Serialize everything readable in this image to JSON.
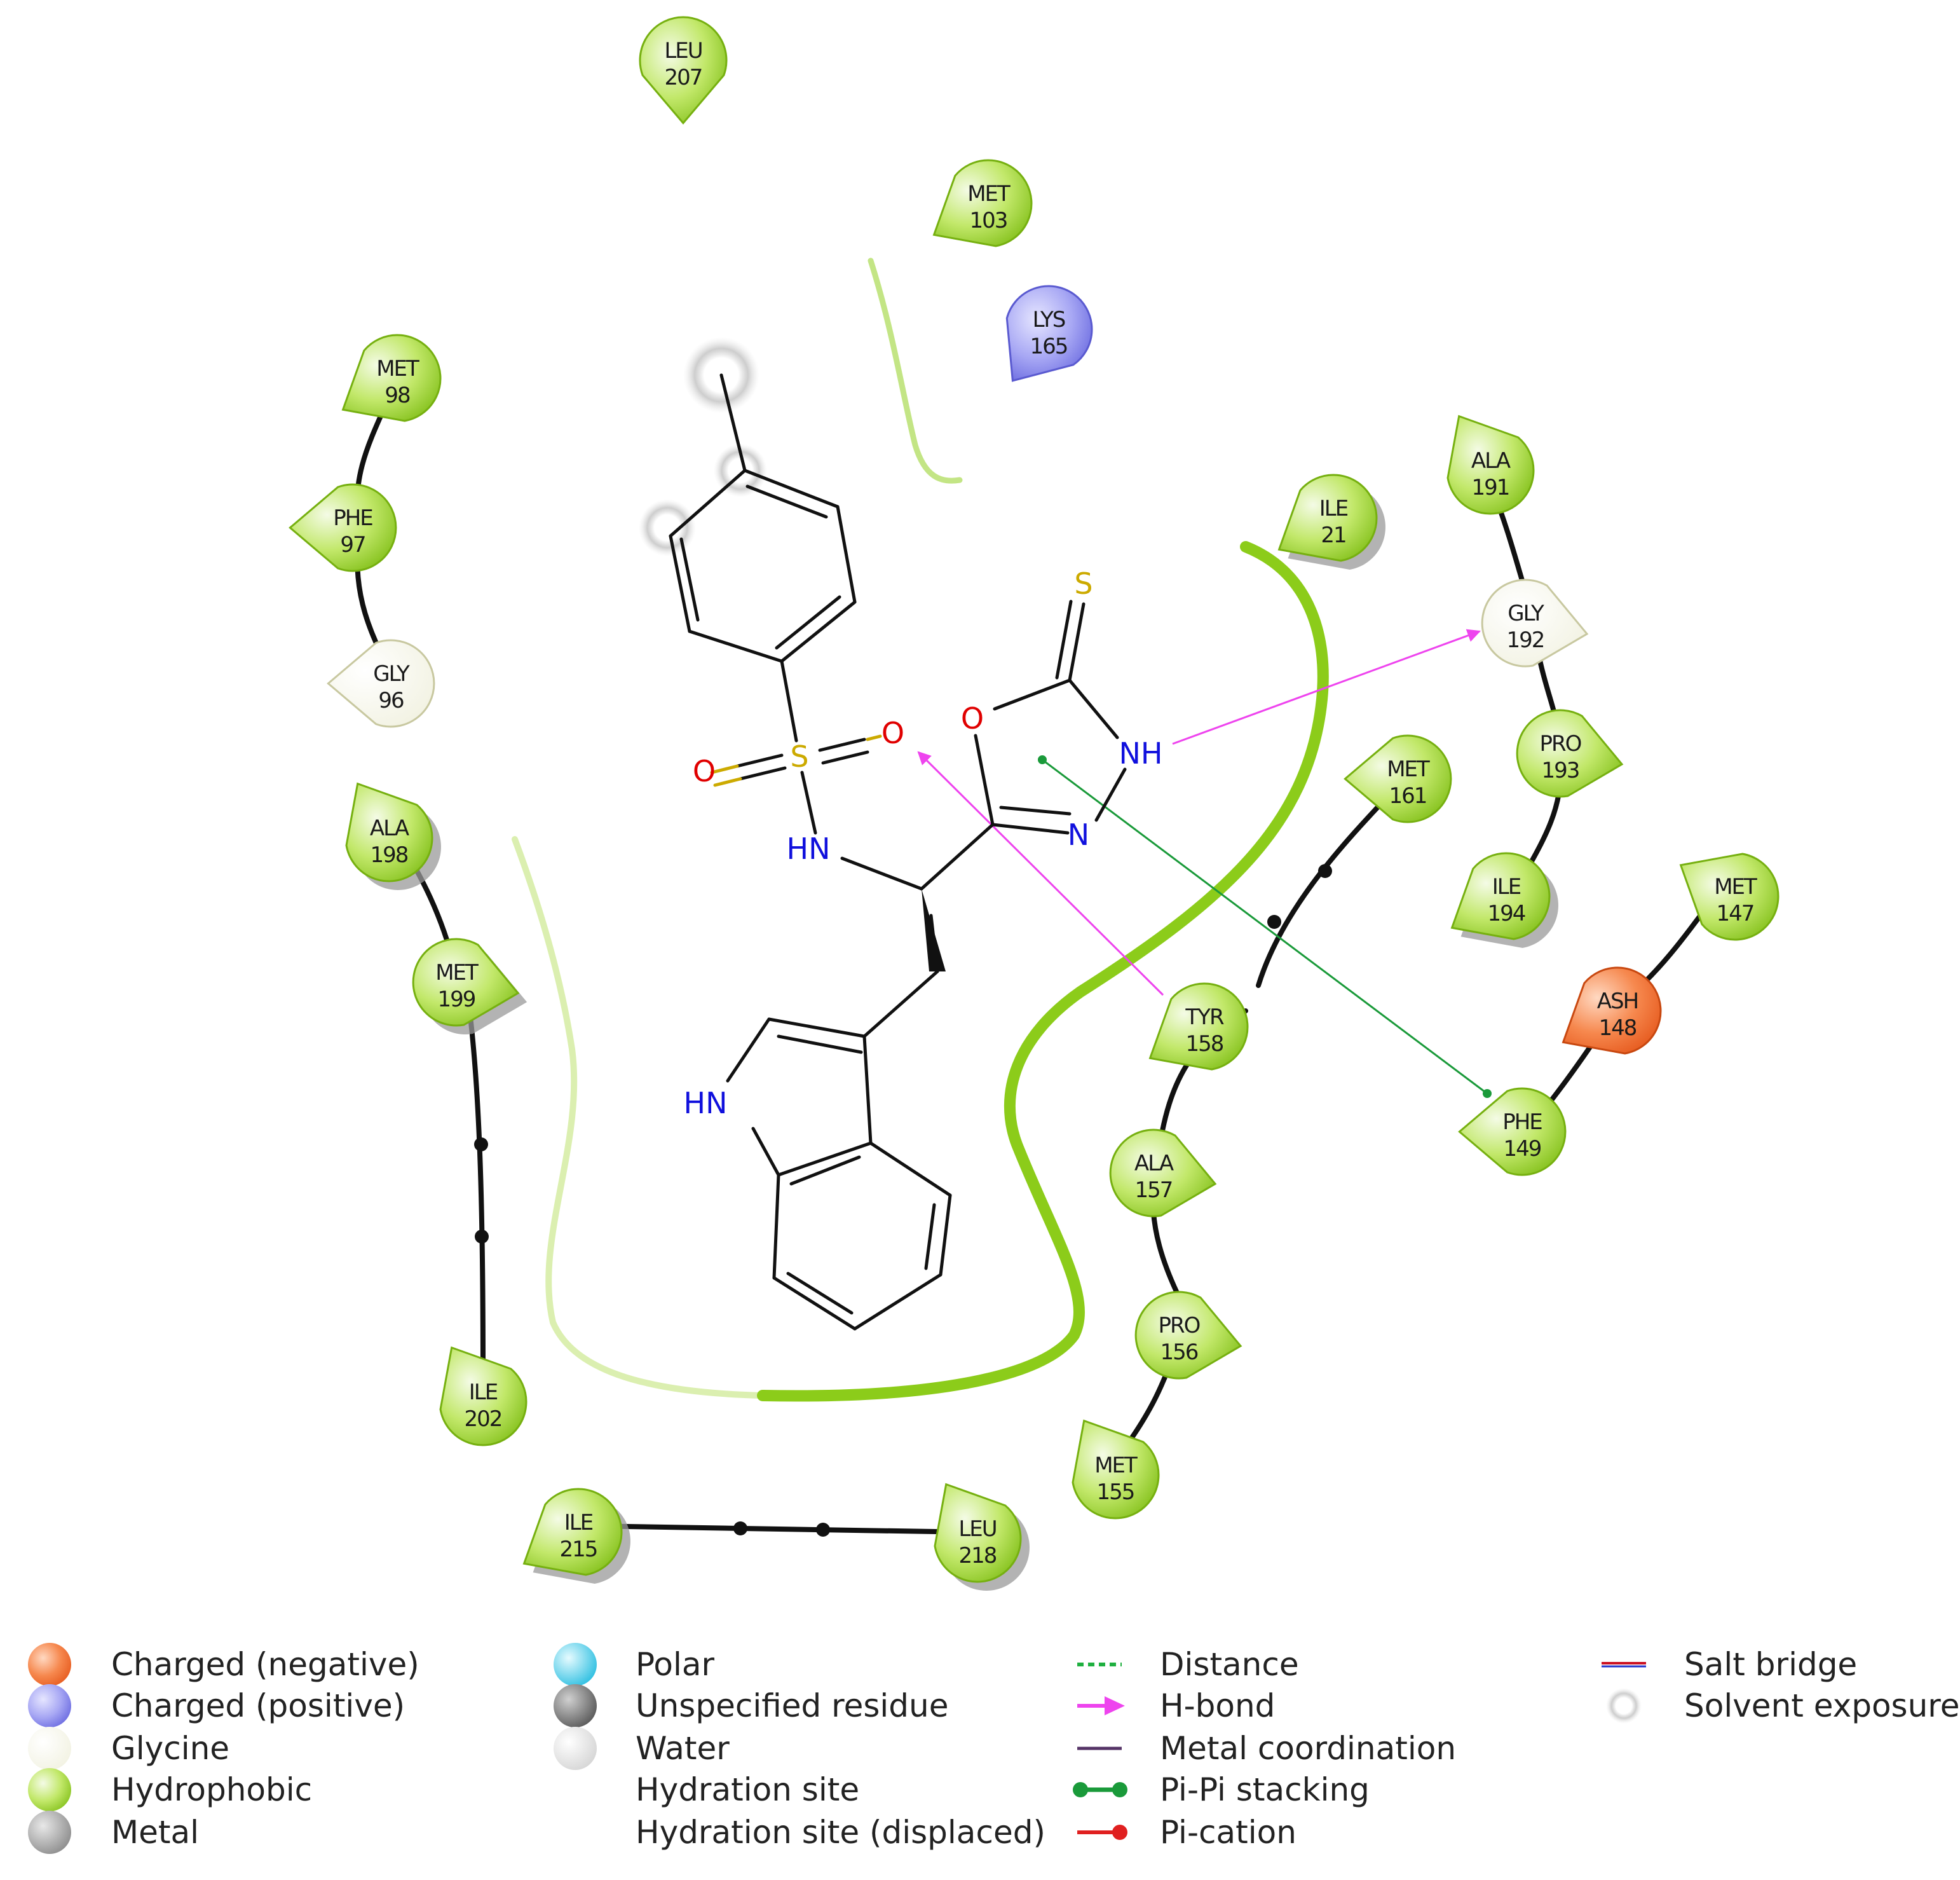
{
  "colors": {
    "negative": "#f07840",
    "positive": "#8c8cf0",
    "glycine": "#fbfbf2",
    "hydrophobic": "#9ad42a",
    "metal": "#9a9a9a",
    "polar": "#36c8e8",
    "unspecified": "#7a7a7a",
    "water": "#e6e6e6",
    "hbond": "#ee44ee",
    "pipi": "#1a9a3a",
    "pication": "#e02020",
    "salt_bridge": "#cc1122",
    "pocket": "#8ccc1a",
    "oxygen": "#e00000",
    "nitrogen": "#1010dd",
    "sulfur": "#ccaa00"
  },
  "residues": [
    {
      "id": "leu207",
      "name": "LEU",
      "num": "207",
      "type": "hydrophobic"
    },
    {
      "id": "met103",
      "name": "MET",
      "num": "103",
      "type": "hydrophobic"
    },
    {
      "id": "lys165",
      "name": "LYS",
      "num": "165",
      "type": "positive"
    },
    {
      "id": "met98",
      "name": "MET",
      "num": "98",
      "type": "hydrophobic"
    },
    {
      "id": "phe97",
      "name": "PHE",
      "num": "97",
      "type": "hydrophobic"
    },
    {
      "id": "gly96",
      "name": "GLY",
      "num": "96",
      "type": "glycine"
    },
    {
      "id": "ala198",
      "name": "ALA",
      "num": "198",
      "type": "hydrophobic"
    },
    {
      "id": "met199",
      "name": "MET",
      "num": "199",
      "type": "hydrophobic"
    },
    {
      "id": "ile202",
      "name": "ILE",
      "num": "202",
      "type": "hydrophobic"
    },
    {
      "id": "ile215",
      "name": "ILE",
      "num": "215",
      "type": "hydrophobic"
    },
    {
      "id": "leu218",
      "name": "LEU",
      "num": "218",
      "type": "hydrophobic"
    },
    {
      "id": "ile21",
      "name": "ILE",
      "num": "21",
      "type": "hydrophobic"
    },
    {
      "id": "ala191",
      "name": "ALA",
      "num": "191",
      "type": "hydrophobic"
    },
    {
      "id": "gly192",
      "name": "GLY",
      "num": "192",
      "type": "glycine"
    },
    {
      "id": "pro193",
      "name": "PRO",
      "num": "193",
      "type": "hydrophobic"
    },
    {
      "id": "ile194",
      "name": "ILE",
      "num": "194",
      "type": "hydrophobic"
    },
    {
      "id": "met161",
      "name": "MET",
      "num": "161",
      "type": "hydrophobic"
    },
    {
      "id": "met147",
      "name": "MET",
      "num": "147",
      "type": "hydrophobic"
    },
    {
      "id": "ash148",
      "name": "ASH",
      "num": "148",
      "type": "negative"
    },
    {
      "id": "phe149",
      "name": "PHE",
      "num": "149",
      "type": "hydrophobic"
    },
    {
      "id": "tyr158",
      "name": "TYR",
      "num": "158",
      "type": "hydrophobic"
    },
    {
      "id": "ala157",
      "name": "ALA",
      "num": "157",
      "type": "hydrophobic"
    },
    {
      "id": "pro156",
      "name": "PRO",
      "num": "156",
      "type": "hydrophobic"
    },
    {
      "id": "met155",
      "name": "MET",
      "num": "155",
      "type": "hydrophobic"
    }
  ],
  "atoms": {
    "S_thione": "S",
    "O_ring": "O",
    "NH_ring": "NH",
    "N_ring": "N",
    "O_sulfonyl_left": "O",
    "S_sulfonyl": "S",
    "O_sulfonyl_right": "O",
    "HN_amide": "HN",
    "HN_indole": "HN"
  },
  "legend": {
    "residue_types": [
      {
        "label": "Charged (negative)",
        "color_key": "negative"
      },
      {
        "label": "Charged (positive)",
        "color_key": "positive"
      },
      {
        "label": "Glycine",
        "color_key": "glycine"
      },
      {
        "label": "Hydrophobic",
        "color_key": "hydrophobic"
      },
      {
        "label": "Metal",
        "color_key": "metal"
      }
    ],
    "other_types": [
      {
        "label": "Polar",
        "color_key": "polar"
      },
      {
        "label": "Unspecified residue",
        "color_key": "unspecified"
      },
      {
        "label": "Water",
        "color_key": "water"
      },
      {
        "label": "Hydration site",
        "color_key": ""
      },
      {
        "label": "Hydration site (displaced)",
        "color_key": ""
      }
    ],
    "interactions": [
      {
        "label": "Distance",
        "style": "distance"
      },
      {
        "label": "H-bond",
        "style": "hbond"
      },
      {
        "label": "Metal coordination",
        "style": "metal"
      },
      {
        "label": "Pi-Pi stacking",
        "style": "pipi"
      },
      {
        "label": "Pi-cation",
        "style": "pication"
      }
    ],
    "misc": [
      {
        "label": "Salt bridge",
        "style": "salt"
      },
      {
        "label": "Solvent exposure",
        "style": "solvent"
      }
    ]
  }
}
